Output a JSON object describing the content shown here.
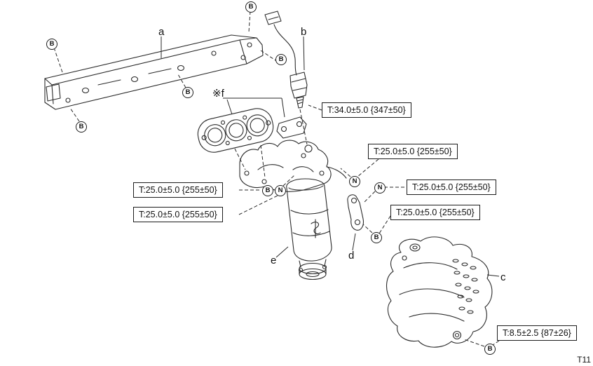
{
  "page": {
    "ref_code": "T11"
  },
  "diagram": {
    "part_labels": {
      "a": "a",
      "b": "b",
      "c": "c",
      "d": "d",
      "e": "e",
      "f": "※f"
    },
    "fasteners": {
      "bolt": "B",
      "nut": "N"
    },
    "torque_specs": {
      "oxygen_sensor": "T:34.0±5.0 {347±50}",
      "manifold_upper_nut": "T:25.0±5.0 {255±50}",
      "manifold_left_upper": "T:25.0±5.0 {255±50}",
      "manifold_left_lower": "T:25.0±5.0 {255±50}",
      "manifold_right_nut": "T:25.0±5.0 {255±50}",
      "support_bracket_bolt": "T:25.0±5.0 {255±50}",
      "insulator_bolt": "T:8.5±2.5 {87±26}"
    }
  }
}
